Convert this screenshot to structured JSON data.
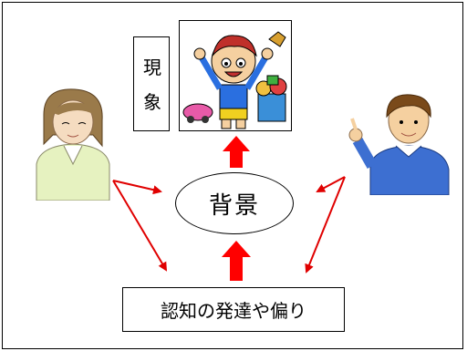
{
  "diagram": {
    "phenomenon_label": [
      "現",
      "象"
    ],
    "center_label": "背景",
    "bottom_label": "認知の発達や偏り"
  },
  "colors": {
    "arrow_red": "#ff0000",
    "thin_arrow_red": "#e00000",
    "person_left_sweater": "#e6f2c0",
    "person_right_sweater": "#3d6fd1"
  },
  "icons": {
    "phenomenon_picture": "child-with-toys-illustration",
    "left_person": "woman-thinking-illustration",
    "right_person": "man-pointing-illustration"
  }
}
